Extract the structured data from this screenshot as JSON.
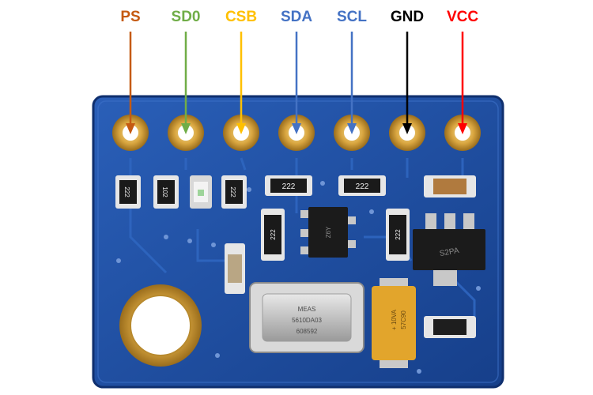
{
  "pins": [
    {
      "label": "PS",
      "color": "#c55a11"
    },
    {
      "label": "SD0",
      "color": "#70ad47"
    },
    {
      "label": "CSB",
      "color": "#ffc000"
    },
    {
      "label": "SDA",
      "color": "#4472c4"
    },
    {
      "label": "SCL",
      "color": "#4472c4"
    },
    {
      "label": "GND",
      "color": "#000000"
    },
    {
      "label": "VCC",
      "color": "#ff0000"
    }
  ],
  "board": {
    "pcb_color": "#1f4fa3",
    "components": {
      "r1": "222",
      "r2": "102",
      "r3": "222",
      "r4": "222",
      "r5": "222",
      "r6": "222",
      "r7": "222",
      "ic_small": "Z6Y",
      "regulator": "S2PA",
      "sensor_lines": [
        "MEAS",
        "5610DA03",
        "608592"
      ],
      "tantalum_lines": [
        "+ 10VA",
        "57C90"
      ]
    }
  }
}
